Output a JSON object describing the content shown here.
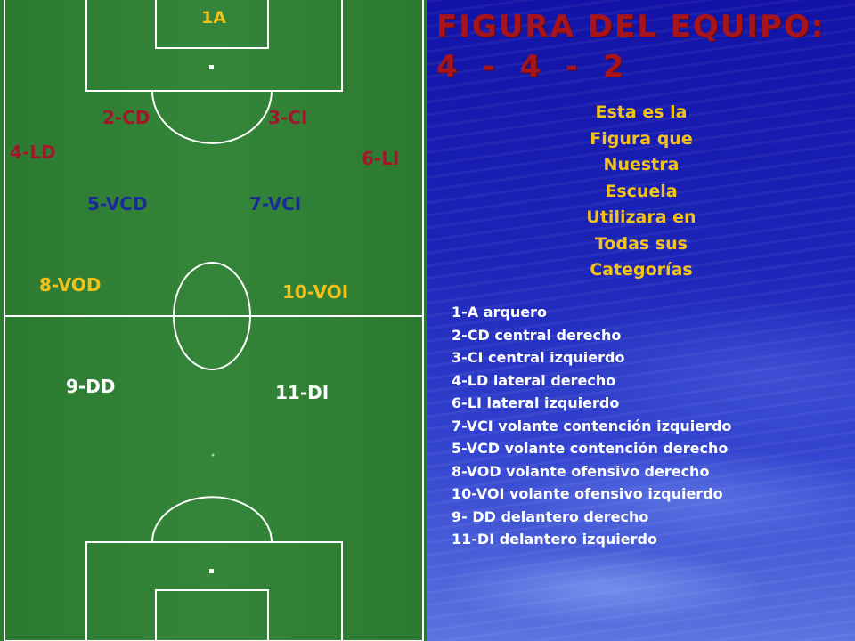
{
  "title": {
    "line1": "FIGURA DEL EQUIPO:",
    "line2": "4 - 4 - 2"
  },
  "intro": {
    "lines": [
      "Esta es la",
      "Figura que",
      "Nuestra",
      "Escuela",
      "Utilizara en",
      "Todas sus",
      "Categorías"
    ]
  },
  "players": {
    "p1": "1A",
    "p2": "2-CD",
    "p3": "3-CI",
    "p4": "4-LD",
    "p6": "6-LI",
    "p5": "5-VCD",
    "p7": "7-VCI",
    "p8": "8-VOD",
    "p10": "10-VOI",
    "p9": "9-DD",
    "p11": "11-DI"
  },
  "legend": [
    "1-A  arquero",
    "2-CD central derecho",
    "3-CI central izquierdo",
    "4-LD lateral derecho",
    "6-LI lateral izquierdo",
    "7-VCI volante contención izquierdo",
    "5-VCD volante contención derecho",
    "8-VOD volante ofensivo derecho",
    "10-VOI volante ofensivo izquierdo",
    "9- DD delantero derecho",
    "11-DI delantero izquierdo"
  ],
  "colors": {
    "pitch": "#2f7d34",
    "pitch_lines": "#ffffff",
    "defenders": "#a0182a",
    "midfield_defensive": "#1a2a9a",
    "attackers": "#f2c21a",
    "forwards": "#ffffff",
    "title": "#a8141c",
    "background": "#1b1fa8"
  }
}
